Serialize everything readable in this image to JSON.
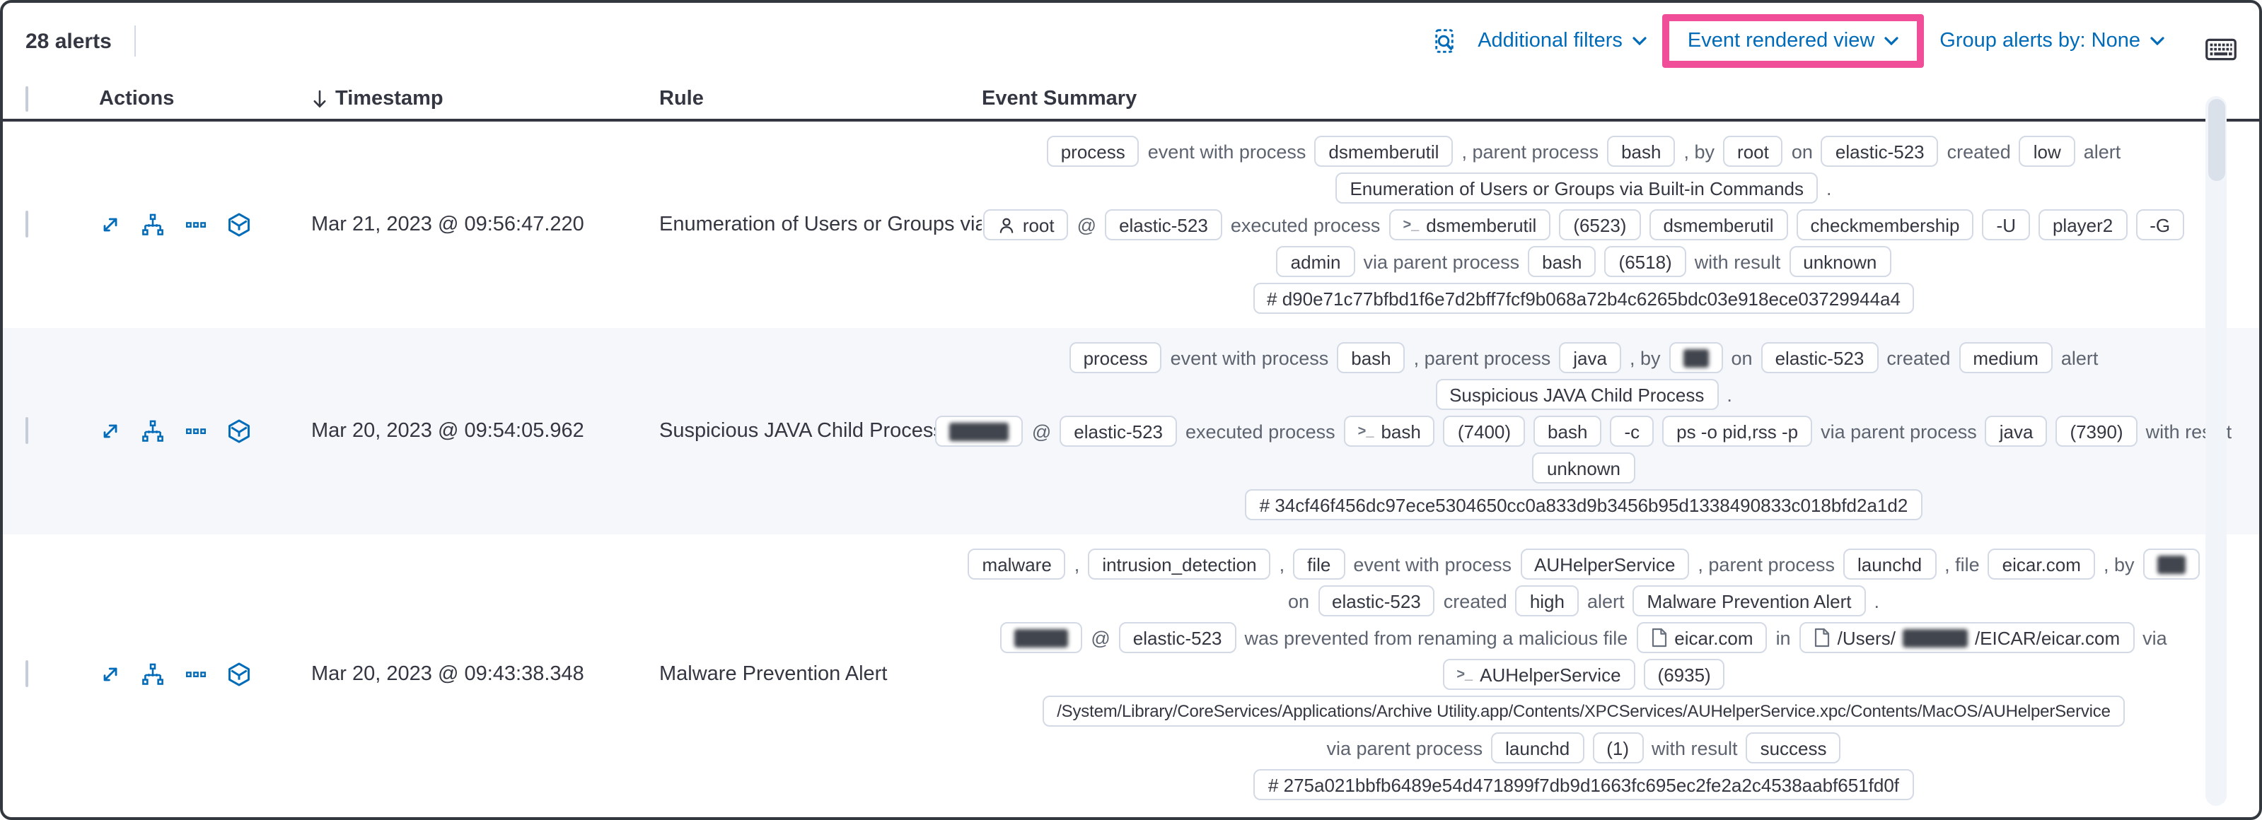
{
  "toolbar": {
    "alert_count": "28 alerts",
    "additional_filters": "Additional filters",
    "view_selector": "Event rendered view",
    "group_alerts": "Group alerts by: None"
  },
  "colors": {
    "link_blue": "#006bb8",
    "highlight_pink": "#f04e98",
    "stripe_row": "#f5f7fa",
    "badge_border": "#d3dae6"
  },
  "grid": {
    "headers": {
      "actions": "Actions",
      "timestamp": "Timestamp",
      "rule": "Rule",
      "event_summary": "Event Summary"
    },
    "rows": [
      {
        "timestamp": "Mar 21, 2023 @ 09:56:47.220",
        "rule": "Enumeration of Users or Groups via Bui",
        "striped": false,
        "lines": [
          [
            {
              "badge": "process"
            },
            {
              "text": "event with process"
            },
            {
              "badge": "dsmemberutil"
            },
            {
              "text": ", parent process"
            },
            {
              "badge": "bash"
            },
            {
              "text": ", by"
            },
            {
              "badge": "root"
            },
            {
              "text": "on"
            },
            {
              "badge": "elastic-523"
            },
            {
              "text": "created"
            },
            {
              "badge": "low"
            },
            {
              "text": "alert"
            }
          ],
          [
            {
              "badge": "Enumeration of Users or Groups via Built-in Commands"
            },
            {
              "text": "."
            }
          ],
          [
            {
              "badge": "root",
              "icon": "user"
            },
            {
              "text": "@"
            },
            {
              "badge": "elastic-523"
            },
            {
              "text": "executed process"
            },
            {
              "badge": "dsmemberutil",
              "icon": "terminal"
            },
            {
              "badge": "(6523)"
            },
            {
              "badge": "dsmemberutil"
            },
            {
              "badge": "checkmembership"
            },
            {
              "badge": "-U"
            },
            {
              "badge": "player2"
            },
            {
              "badge": "-G"
            }
          ],
          [
            {
              "badge": "admin"
            },
            {
              "text": "via parent process"
            },
            {
              "badge": "bash"
            },
            {
              "badge": "(6518)"
            },
            {
              "text": "with result"
            },
            {
              "badge": "unknown"
            }
          ],
          [
            {
              "badge": "# d90e71c77bfbd1f6e7d2bff7fcf9b068a72b4c6265bdc03e918ece03729944a4"
            }
          ]
        ]
      },
      {
        "timestamp": "Mar 20, 2023 @ 09:54:05.962",
        "rule": "Suspicious JAVA Child Process",
        "striped": true,
        "lines": [
          [
            {
              "badge": "process"
            },
            {
              "text": "event with process"
            },
            {
              "badge": "bash"
            },
            {
              "text": ", parent process"
            },
            {
              "badge": "java"
            },
            {
              "text": ", by"
            },
            {
              "badge": true,
              "redact": 18
            },
            {
              "text": "on"
            },
            {
              "badge": "elastic-523"
            },
            {
              "text": "created"
            },
            {
              "badge": "medium"
            },
            {
              "text": "alert"
            }
          ],
          [
            {
              "badge": "Suspicious JAVA Child Process"
            },
            {
              "text": "."
            }
          ],
          [
            {
              "badge": true,
              "redact": 42
            },
            {
              "text": "@"
            },
            {
              "badge": "elastic-523"
            },
            {
              "text": "executed process"
            },
            {
              "badge": "bash",
              "icon": "terminal"
            },
            {
              "badge": "(7400)"
            },
            {
              "badge": "bash"
            },
            {
              "badge": "-c"
            },
            {
              "badge": "ps -o pid,rss -p"
            },
            {
              "text": "via parent process"
            },
            {
              "badge": "java"
            },
            {
              "badge": "(7390)"
            },
            {
              "text": "with result"
            }
          ],
          [
            {
              "badge": "unknown"
            }
          ],
          [
            {
              "badge": "# 34cf46f456dc97ece5304650cc0a833d9b3456b95d1338490833c018bfd2a1d2"
            }
          ]
        ]
      },
      {
        "timestamp": "Mar 20, 2023 @ 09:43:38.348",
        "rule": "Malware Prevention Alert",
        "striped": false,
        "lines": [
          [
            {
              "badge": "malware"
            },
            {
              "text": ","
            },
            {
              "badge": "intrusion_detection"
            },
            {
              "text": ","
            },
            {
              "badge": "file"
            },
            {
              "text": "event with process"
            },
            {
              "badge": "AUHelperService"
            },
            {
              "text": ", parent process"
            },
            {
              "badge": "launchd"
            },
            {
              "text": ", file"
            },
            {
              "badge": "eicar.com"
            },
            {
              "text": ", by"
            },
            {
              "badge": true,
              "redact": 20
            }
          ],
          [
            {
              "text": "on"
            },
            {
              "badge": "elastic-523"
            },
            {
              "text": "created"
            },
            {
              "badge": "high"
            },
            {
              "text": "alert"
            },
            {
              "badge": "Malware Prevention Alert"
            },
            {
              "text": "."
            }
          ],
          [
            {
              "badge": true,
              "redact": 38
            },
            {
              "text": "@"
            },
            {
              "badge": "elastic-523"
            },
            {
              "text": "was prevented from renaming a malicious file"
            },
            {
              "badge": "eicar.com",
              "icon": "file"
            },
            {
              "text": "in"
            },
            {
              "badge": true,
              "icon": "file",
              "parts": [
                {
                  "text": "/Users/"
                },
                {
                  "redact": 46
                },
                {
                  "text": "/EICAR/eicar.com"
                }
              ]
            },
            {
              "text": "via"
            }
          ],
          [
            {
              "badge": "AUHelperService",
              "icon": "terminal"
            },
            {
              "badge": "(6935)"
            }
          ],
          [
            {
              "badge": "/System/Library/CoreServices/Applications/Archive Utility.app/Contents/XPCServices/AUHelperService.xpc/Contents/MacOS/AUHelperService"
            }
          ],
          [
            {
              "text": "via parent process"
            },
            {
              "badge": "launchd"
            },
            {
              "badge": "(1)"
            },
            {
              "text": "with result"
            },
            {
              "badge": "success"
            }
          ],
          [
            {
              "badge": "# 275a021bbfb6489e54d471899f7db9d1663fc695ec2fe2a2c4538aabf651fd0f"
            }
          ]
        ]
      }
    ]
  }
}
